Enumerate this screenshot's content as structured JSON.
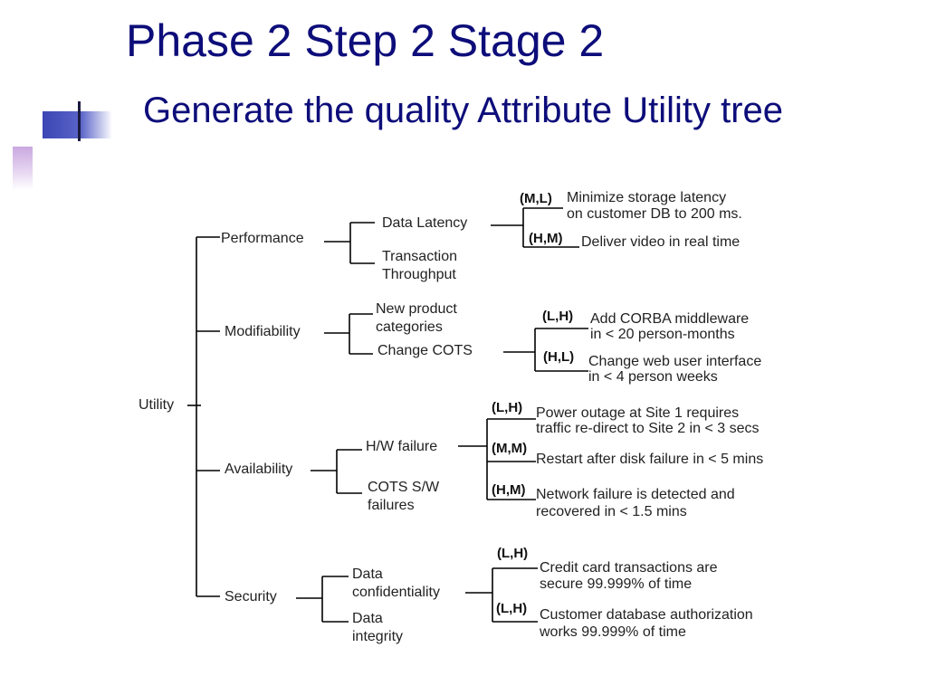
{
  "title": "Phase 2 Step 2 Stage 2",
  "subtitle": "Generate the quality Attribute Utility tree",
  "tree": {
    "root": "Utility",
    "attributes": [
      {
        "label": "Performance",
        "refinements": [
          {
            "label": "Data Latency",
            "scenarios": [
              {
                "rating": "(M,L)",
                "text": [
                  "Minimize storage latency",
                  "on customer DB to 200 ms."
                ]
              },
              {
                "rating": "(H,M)",
                "text": [
                  "Deliver video in real time"
                ]
              }
            ]
          },
          {
            "label": [
              "Transaction",
              "Throughput"
            ],
            "scenarios": []
          }
        ]
      },
      {
        "label": "Modifiability",
        "refinements": [
          {
            "label": [
              "New product",
              "categories"
            ],
            "scenarios": []
          },
          {
            "label": "Change COTS",
            "scenarios": [
              {
                "rating": "(L,H)",
                "text": [
                  "Add CORBA middleware",
                  "in < 20 person-months"
                ]
              },
              {
                "rating": "(H,L)",
                "text": [
                  "Change web user interface",
                  "in < 4 person weeks"
                ]
              }
            ]
          }
        ]
      },
      {
        "label": "Availability",
        "refinements": [
          {
            "label": "H/W failure",
            "scenarios": [
              {
                "rating": "(L,H)",
                "text": [
                  "Power outage at Site 1 requires",
                  "traffic re-direct to Site 2 in < 3 secs"
                ]
              },
              {
                "rating": "(M,M)",
                "text": [
                  "Restart after disk failure in < 5 mins"
                ]
              },
              {
                "rating": "(H,M)",
                "text": [
                  "Network failure is detected and",
                  "recovered in < 1.5 mins"
                ]
              }
            ]
          },
          {
            "label": [
              "COTS S/W",
              "failures"
            ],
            "scenarios": []
          }
        ]
      },
      {
        "label": "Security",
        "refinements": [
          {
            "label": [
              "Data",
              "confidentiality"
            ],
            "scenarios": [
              {
                "rating": "(L,H)",
                "text": [
                  "Credit card transactions are",
                  "secure 99.999% of time"
                ]
              },
              {
                "rating": "(L,H)",
                "text": [
                  "Customer database authorization",
                  "works 99.999% of time"
                ]
              }
            ]
          },
          {
            "label": [
              "Data",
              "integrity"
            ],
            "scenarios": []
          }
        ]
      }
    ]
  }
}
